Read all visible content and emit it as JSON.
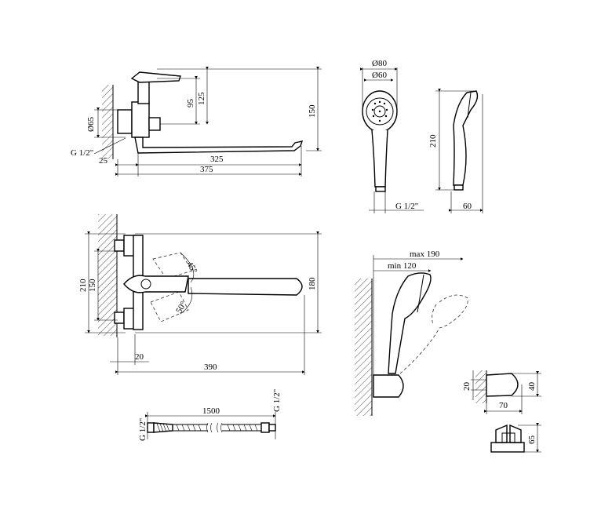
{
  "dims": {
    "front": {
      "d65": "Ø65",
      "g12": "G 1/2\"",
      "d25": "25",
      "d95": "95",
      "d125": "125",
      "d150": "150",
      "d325": "325",
      "d375": "375"
    },
    "head": {
      "d80": "Ø80",
      "d60": "Ø60",
      "d210": "210",
      "g12": "G 1/2\"",
      "d60w": "60"
    },
    "top": {
      "d210": "210",
      "d150": "150",
      "d180": "180",
      "a45": "45°",
      "a50": "50°",
      "d20": "20",
      "d390": "390"
    },
    "hose": {
      "g12l": "G 1/2\"",
      "g12r": "G 1/2\"",
      "d1500": "1500"
    },
    "holder": {
      "max190": "max 190",
      "min120": "min 120"
    },
    "bracket": {
      "d20": "20",
      "d40": "40",
      "d70": "70",
      "d65": "65"
    }
  }
}
